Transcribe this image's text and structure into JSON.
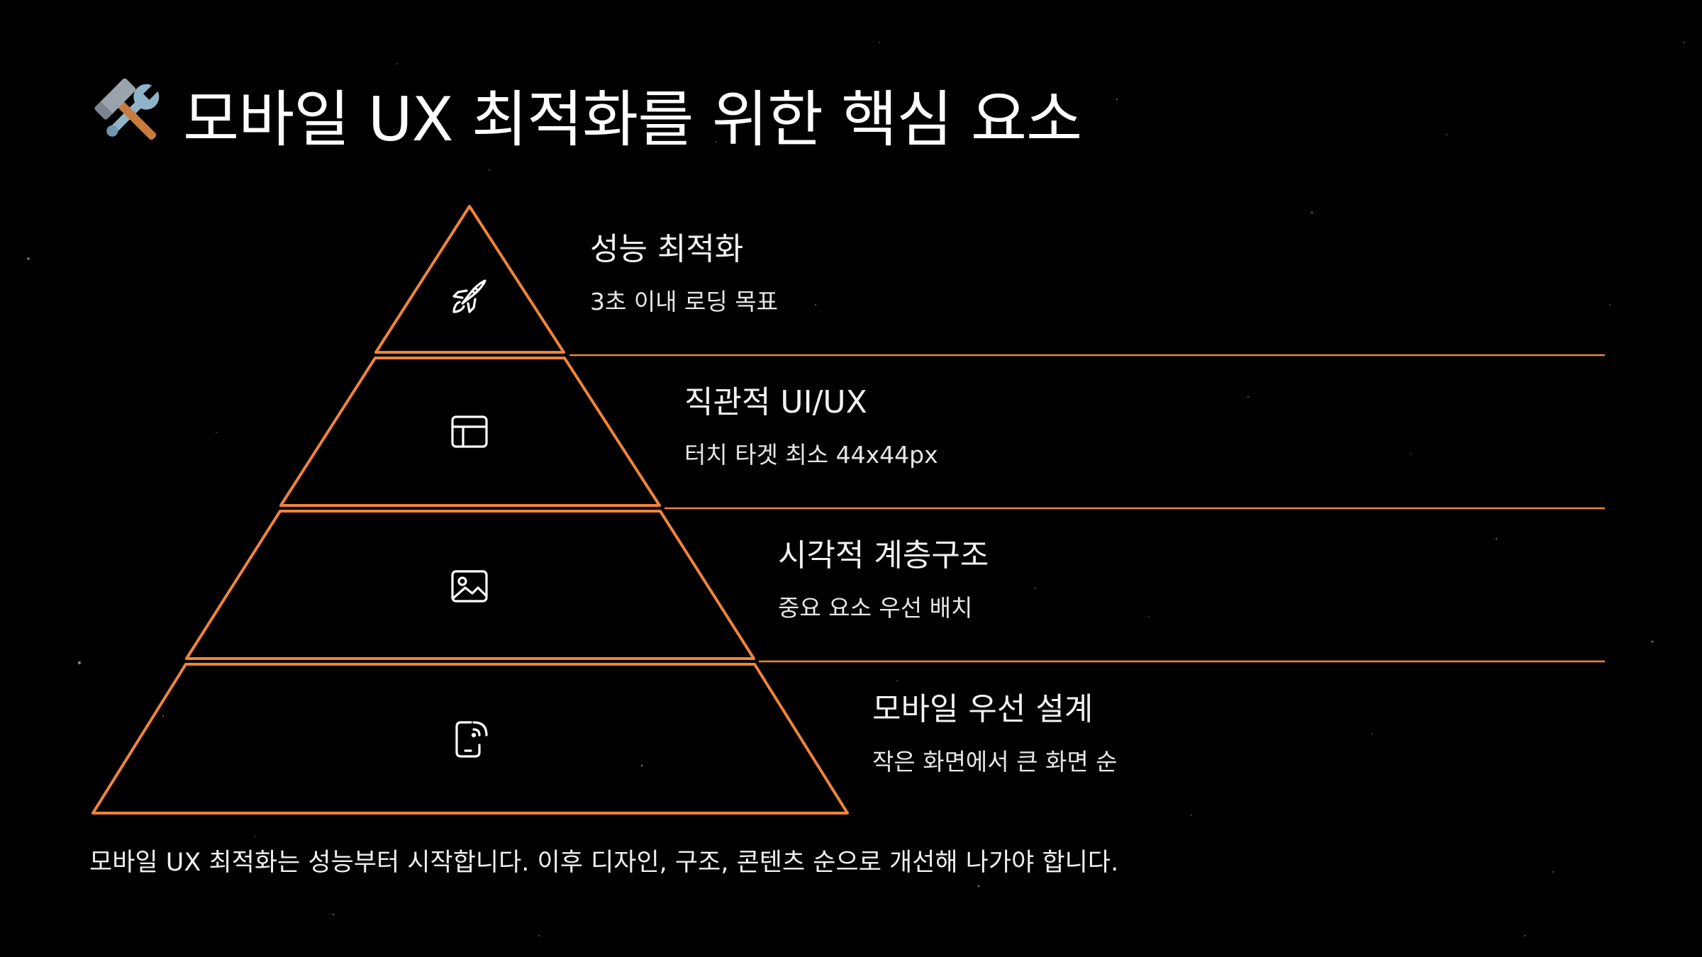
{
  "title": "모바일 UX 최적화를 위한 핵심 요소",
  "title_icon": "hammer-and-wrench-icon",
  "accent_color": "#f0843c",
  "layers": [
    {
      "title": "성능 최적화",
      "description": "3초 이내 로딩 목표",
      "icon": "rocket-icon"
    },
    {
      "title": "직관적 UI/UX",
      "description": "터치 타겟 최소 44x44px",
      "icon": "layout-icon"
    },
    {
      "title": "시각적 계층구조",
      "description": "중요 요소 우선 배치",
      "icon": "image-icon"
    },
    {
      "title": "모바일 우선 설계",
      "description": "작은 화면에서 큰 화면 순",
      "icon": "phone-wireless-icon"
    }
  ],
  "footer": "모바일 UX 최적화는 성능부터 시작합니다. 이후 디자인, 구조, 콘텐츠 순으로 개선해 나가야 합니다."
}
